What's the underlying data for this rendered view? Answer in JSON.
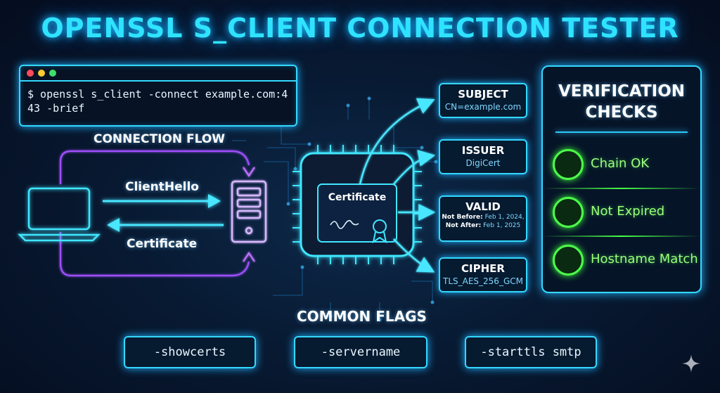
{
  "title": "OPENSSL S_CLIENT CONNECTION TESTER",
  "terminal": {
    "command": "$ openssl s_client -connect example.com:443 -brief"
  },
  "connection_flow": {
    "label": "CONNECTION FLOW",
    "client_hello": "ClientHello",
    "certificate": "Certificate"
  },
  "certificate_chip": {
    "label": "Certificate"
  },
  "details": {
    "subject": {
      "title": "SUBJECT",
      "value": "CN=example.com"
    },
    "issuer": {
      "title": "ISSUER",
      "value": "DigiCert"
    },
    "valid": {
      "title": "VALID",
      "not_before_label": "Not Before:",
      "not_before": "Feb 1, 2024,",
      "not_after_label": "Not After:",
      "not_after": "Feb 1, 2025"
    },
    "cipher": {
      "title": "CIPHER",
      "value": "TLS_AES_256_GCM"
    }
  },
  "verification": {
    "title_line1": "VERIFICATION",
    "title_line2": "CHECKS",
    "checks": [
      "Chain OK",
      "Not Expired",
      "Hostname Match"
    ]
  },
  "common_flags": {
    "label": "COMMON FLAGS",
    "flags": [
      "-showcerts",
      "-servername",
      "-starttls smtp"
    ]
  },
  "colors": {
    "accent": "#2fe3ff",
    "magenta": "#b14dff",
    "success": "#4dff4a",
    "background": "#081a33"
  }
}
